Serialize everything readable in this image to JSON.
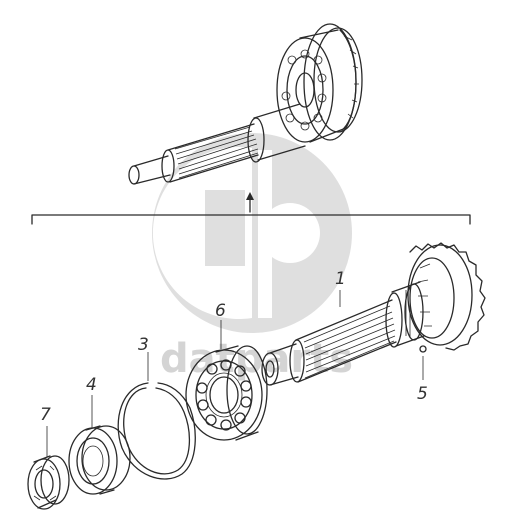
{
  "callouts": {
    "p1": "1",
    "p3": "3",
    "p4": "4",
    "p5": "5",
    "p6": "6",
    "p7": "7"
  },
  "watermark": {
    "text": "datparts",
    "color": "#d4d4d4"
  }
}
